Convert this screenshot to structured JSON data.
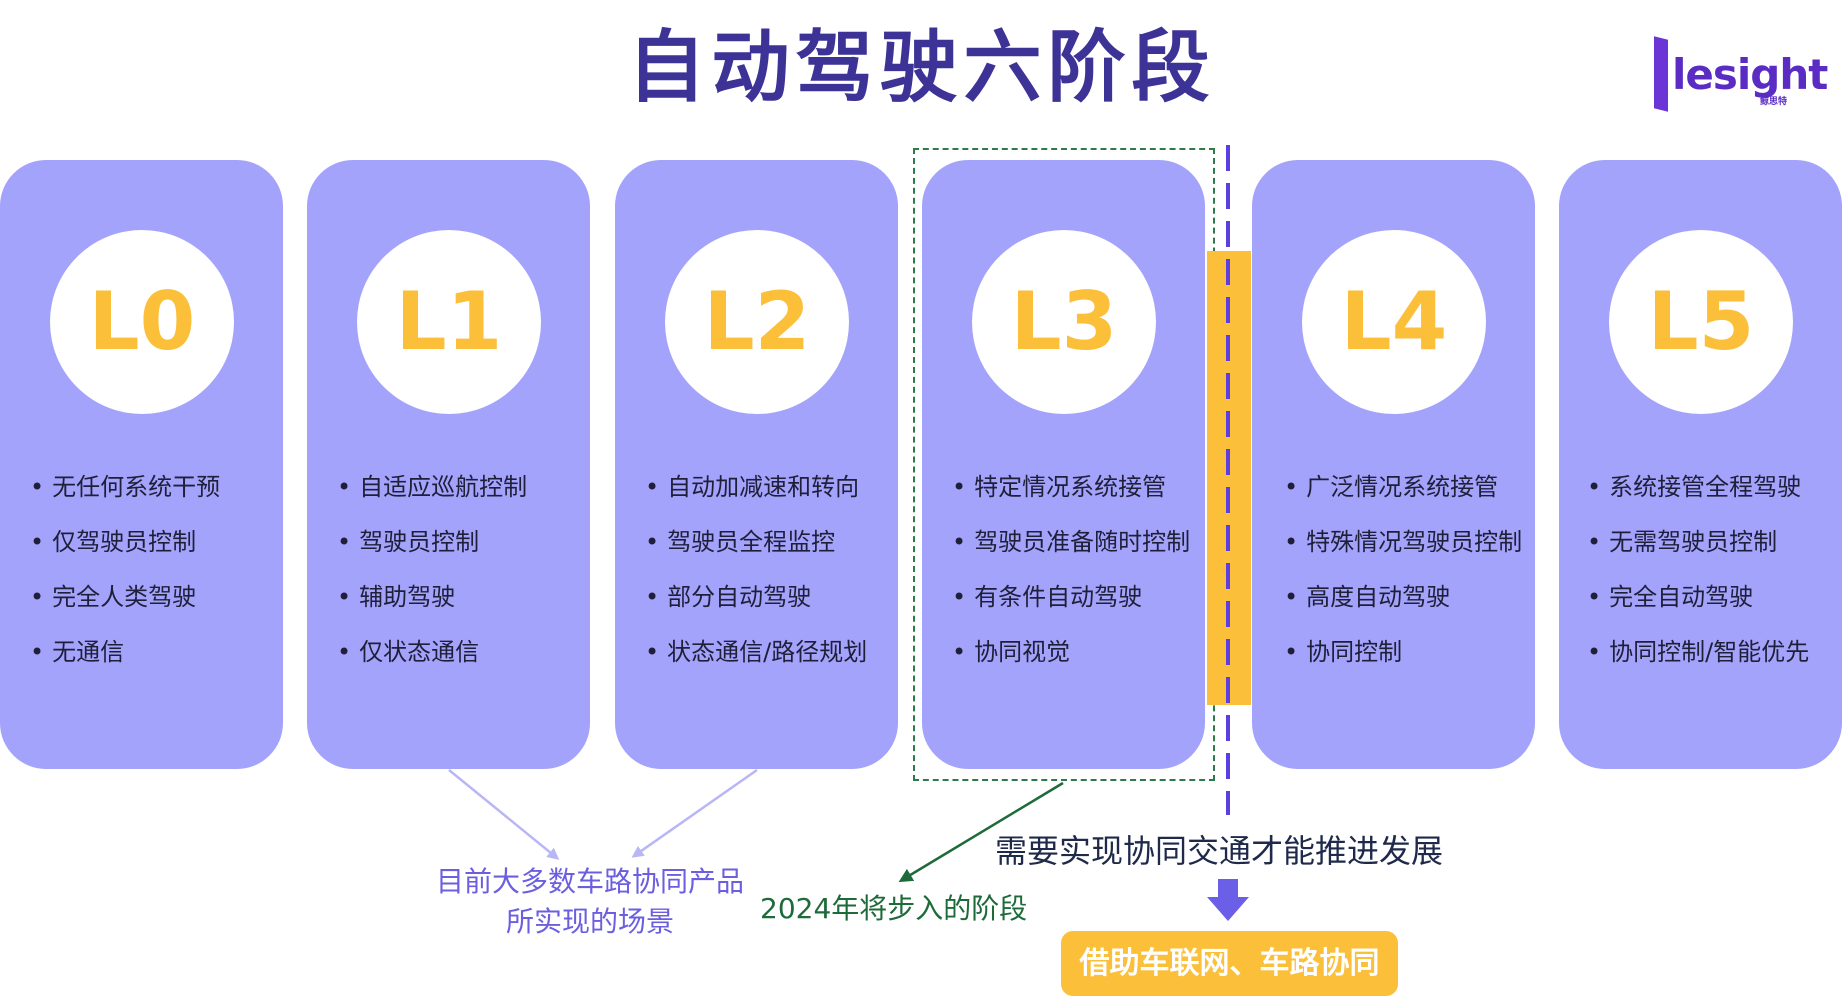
{
  "title": "自动驾驶六阶段",
  "logo": {
    "text": "lesight",
    "sub": "鲸思特"
  },
  "levels": [
    {
      "label": "L0",
      "items": [
        "无任何系统干预",
        "仅驾驶员控制",
        "完全人类驾驶",
        "无通信"
      ]
    },
    {
      "label": "L1",
      "items": [
        "自适应巡航控制",
        "驾驶员控制",
        "辅助驾驶",
        "仅状态通信"
      ]
    },
    {
      "label": "L2",
      "items": [
        "自动加减速和转向",
        "驾驶员全程监控",
        "部分自动驾驶",
        "状态通信/路径规划"
      ]
    },
    {
      "label": "L3",
      "items": [
        "特定情况系统接管",
        "驾驶员准备随时控制",
        "有条件自动驾驶",
        "协同视觉"
      ]
    },
    {
      "label": "L4",
      "items": [
        "广泛情况系统接管",
        "特殊情况驾驶员控制",
        "高度自动驾驶",
        "协同控制"
      ]
    },
    {
      "label": "L5",
      "items": [
        "系统接管全程驾驶",
        "无需驾驶员控制",
        "完全自动驾驶",
        "协同控制/智能优先"
      ]
    }
  ],
  "captions": {
    "current_products": "目前大多数车路协同产品所实现的场景",
    "stage_2024": "2024年将步入的阶段",
    "need_cooperation": "需要实现协同交通才能推进发展",
    "method": "借助车联网、车路协同"
  },
  "colors": {
    "title": "#3d3296",
    "card": "#a3a3fc",
    "level_text": "#fbbf3a",
    "accent_yellow": "#fbbf3a",
    "divider": "#5b3fe0",
    "green": "#1e6b3a"
  }
}
